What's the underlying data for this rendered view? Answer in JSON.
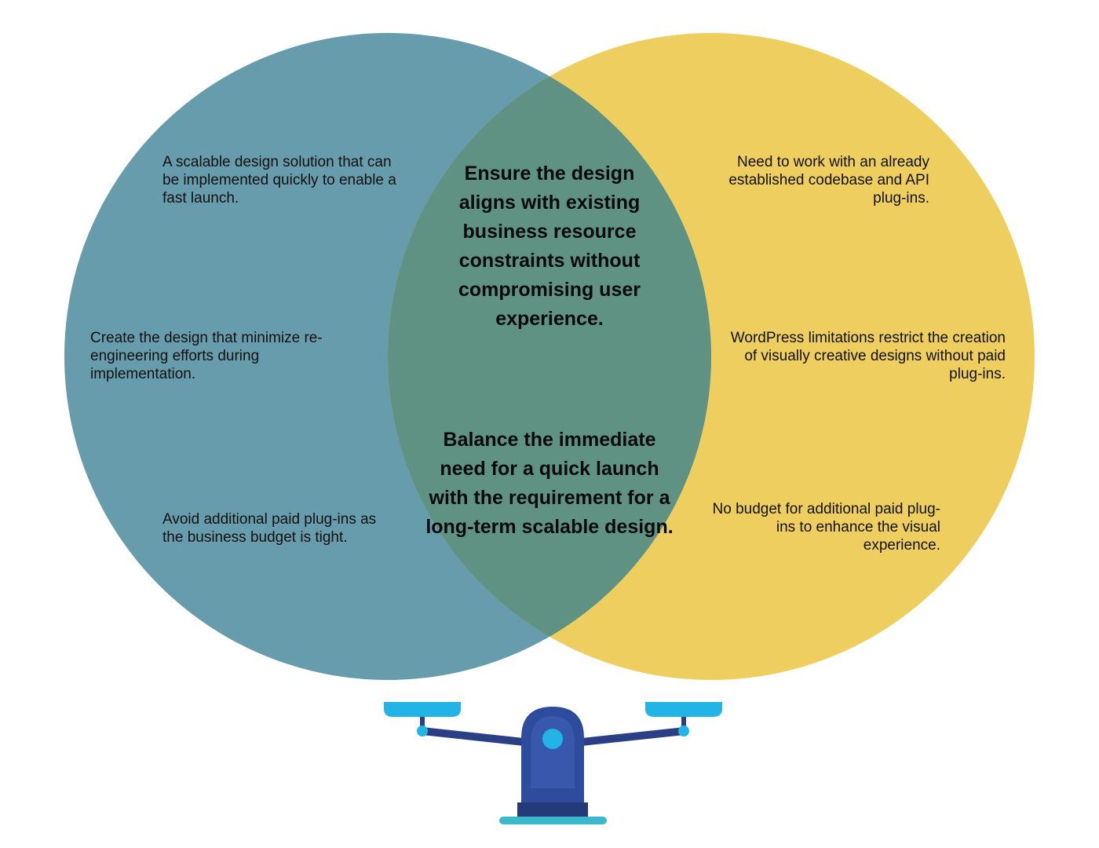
{
  "colors": {
    "left_circle": "#5e97a8",
    "right_circle": "#ebc94e",
    "overlap": "#5f9283",
    "scale_body": "#2e4c9e",
    "scale_accent": "#22b4e6",
    "scale_base": "#3cb8cc",
    "scale_beam": "#2a3f86"
  },
  "left": {
    "notes": [
      "A scalable design solution that can be implemented quickly to enable a fast launch.",
      "Create the design that minimize re-engineering efforts during implementation.",
      "Avoid additional paid plug-ins as the business budget is tight."
    ]
  },
  "right": {
    "notes": [
      "Need to work with an already established codebase and API plug-ins.",
      "WordPress limitations restrict the creation of visually creative designs without paid plug-ins.",
      "No budget for additional paid plug-ins to enhance the visual experience."
    ]
  },
  "center": {
    "top": "Ensure the design aligns with existing business resource constraints without compromising user experience.",
    "bottom": "Balance the immediate need for a quick launch with the requirement for a long-term scalable design."
  },
  "icons": {
    "scale": "balance-scale-icon"
  }
}
